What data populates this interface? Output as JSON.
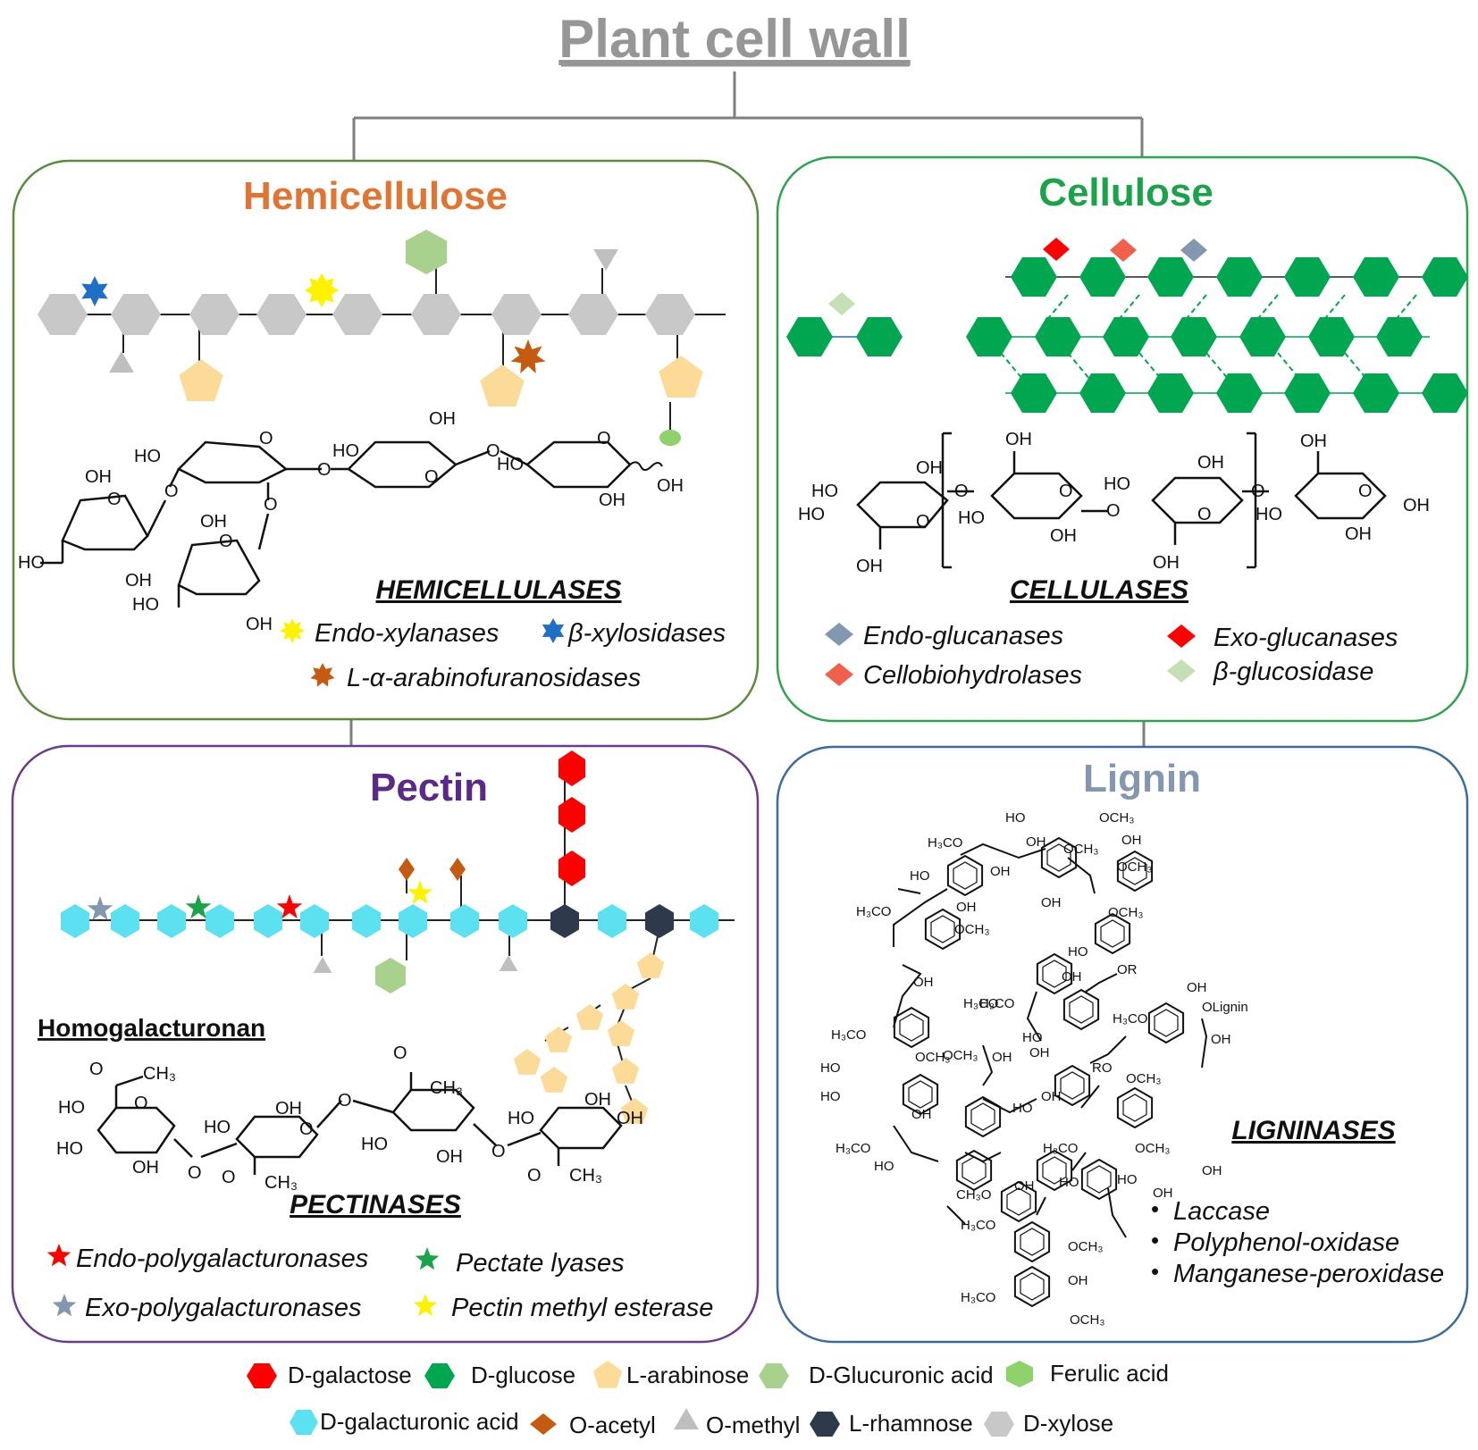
{
  "title": "Plant cell wall",
  "panels": {
    "hemicellulose": {
      "title": "Hemicellulose",
      "title_color": "#E07432",
      "border_color": "#5A8A3C",
      "enzymes_heading": "HEMICELLULASES",
      "enzymes": [
        "Endo-xylanases",
        "β-xylosidases",
        "L-α-arabinofuranosidases"
      ]
    },
    "cellulose": {
      "title": "Cellulose",
      "title_color": "#1BA34A",
      "border_color": "#2EA34F",
      "enzymes_heading": "CELLULASES",
      "enzymes": [
        "Endo-glucanases",
        "Exo-glucanases",
        "Cellobiohydrolases",
        "β-glucosidase"
      ]
    },
    "pectin": {
      "title": "Pectin",
      "title_color": "#5B2A86",
      "border_color": "#6B3C8E",
      "subheading": "Homogalacturonan",
      "enzymes_heading": "PECTINASES",
      "enzymes": [
        "Endo-polygalacturonases",
        "Pectate lyases",
        "Exo-polygalacturonases",
        "Pectin methyl esterase"
      ]
    },
    "lignin": {
      "title": "Lignin",
      "title_color": "#8497B0",
      "border_color": "#3A6A9E",
      "enzymes_heading": "LIGNINASES",
      "enzymes": [
        "Laccase",
        "Polyphenol-oxidase",
        "Manganese-peroxidase"
      ],
      "bullet": "•"
    }
  },
  "chem": {
    "oh": "OH",
    "ho": "HO",
    "o": "O",
    "och3": "OCH₃",
    "h3co": "H₃CO",
    "ch3": "CH₃",
    "ch3o": "CH₃O",
    "olignin": "OLignin",
    "or": "OR",
    "ro": "RO"
  },
  "legend": [
    {
      "label": "D-galactose",
      "shape": "hexagon",
      "color": "#FF0000"
    },
    {
      "label": "D-glucose",
      "shape": "hexagon",
      "color": "#00A650"
    },
    {
      "label": "L-arabinose",
      "shape": "pentagon",
      "color": "#FBDB97"
    },
    {
      "label": "D-Glucuronic acid",
      "shape": "hexagon",
      "color": "#A9D18E"
    },
    {
      "label": "Ferulic acid",
      "shape": "ellipse",
      "color": "#8FD16A"
    },
    {
      "label": "D-galacturonic acid",
      "shape": "hexagon",
      "color": "#5CE1F0"
    },
    {
      "label": "O-acetyl",
      "shape": "diamond",
      "color": "#C55A11"
    },
    {
      "label": "O-methyl",
      "shape": "triangle",
      "color": "#BFBFBF"
    },
    {
      "label": "L-rhamnose",
      "shape": "hexagon",
      "color": "#2E3A4C"
    },
    {
      "label": "D-xylose",
      "shape": "hexagon",
      "color": "#C8C8C8"
    }
  ],
  "enzyme_marker_colors": {
    "endo_xylanase": "#FFF200",
    "beta_xylosidase": "#1F6FC5",
    "arabinofuranosidase": "#C55A11",
    "endo_glucanase": "#8497B0",
    "exo_glucanase": "#FF0000",
    "cellobiohydrolase": "#F0604A",
    "beta_glucosidase": "#C5E0B4",
    "endo_pg": "#FF0000",
    "pectate_lyase": "#1BA34A",
    "exo_pg": "#8497B0",
    "pme": "#FFF200"
  }
}
